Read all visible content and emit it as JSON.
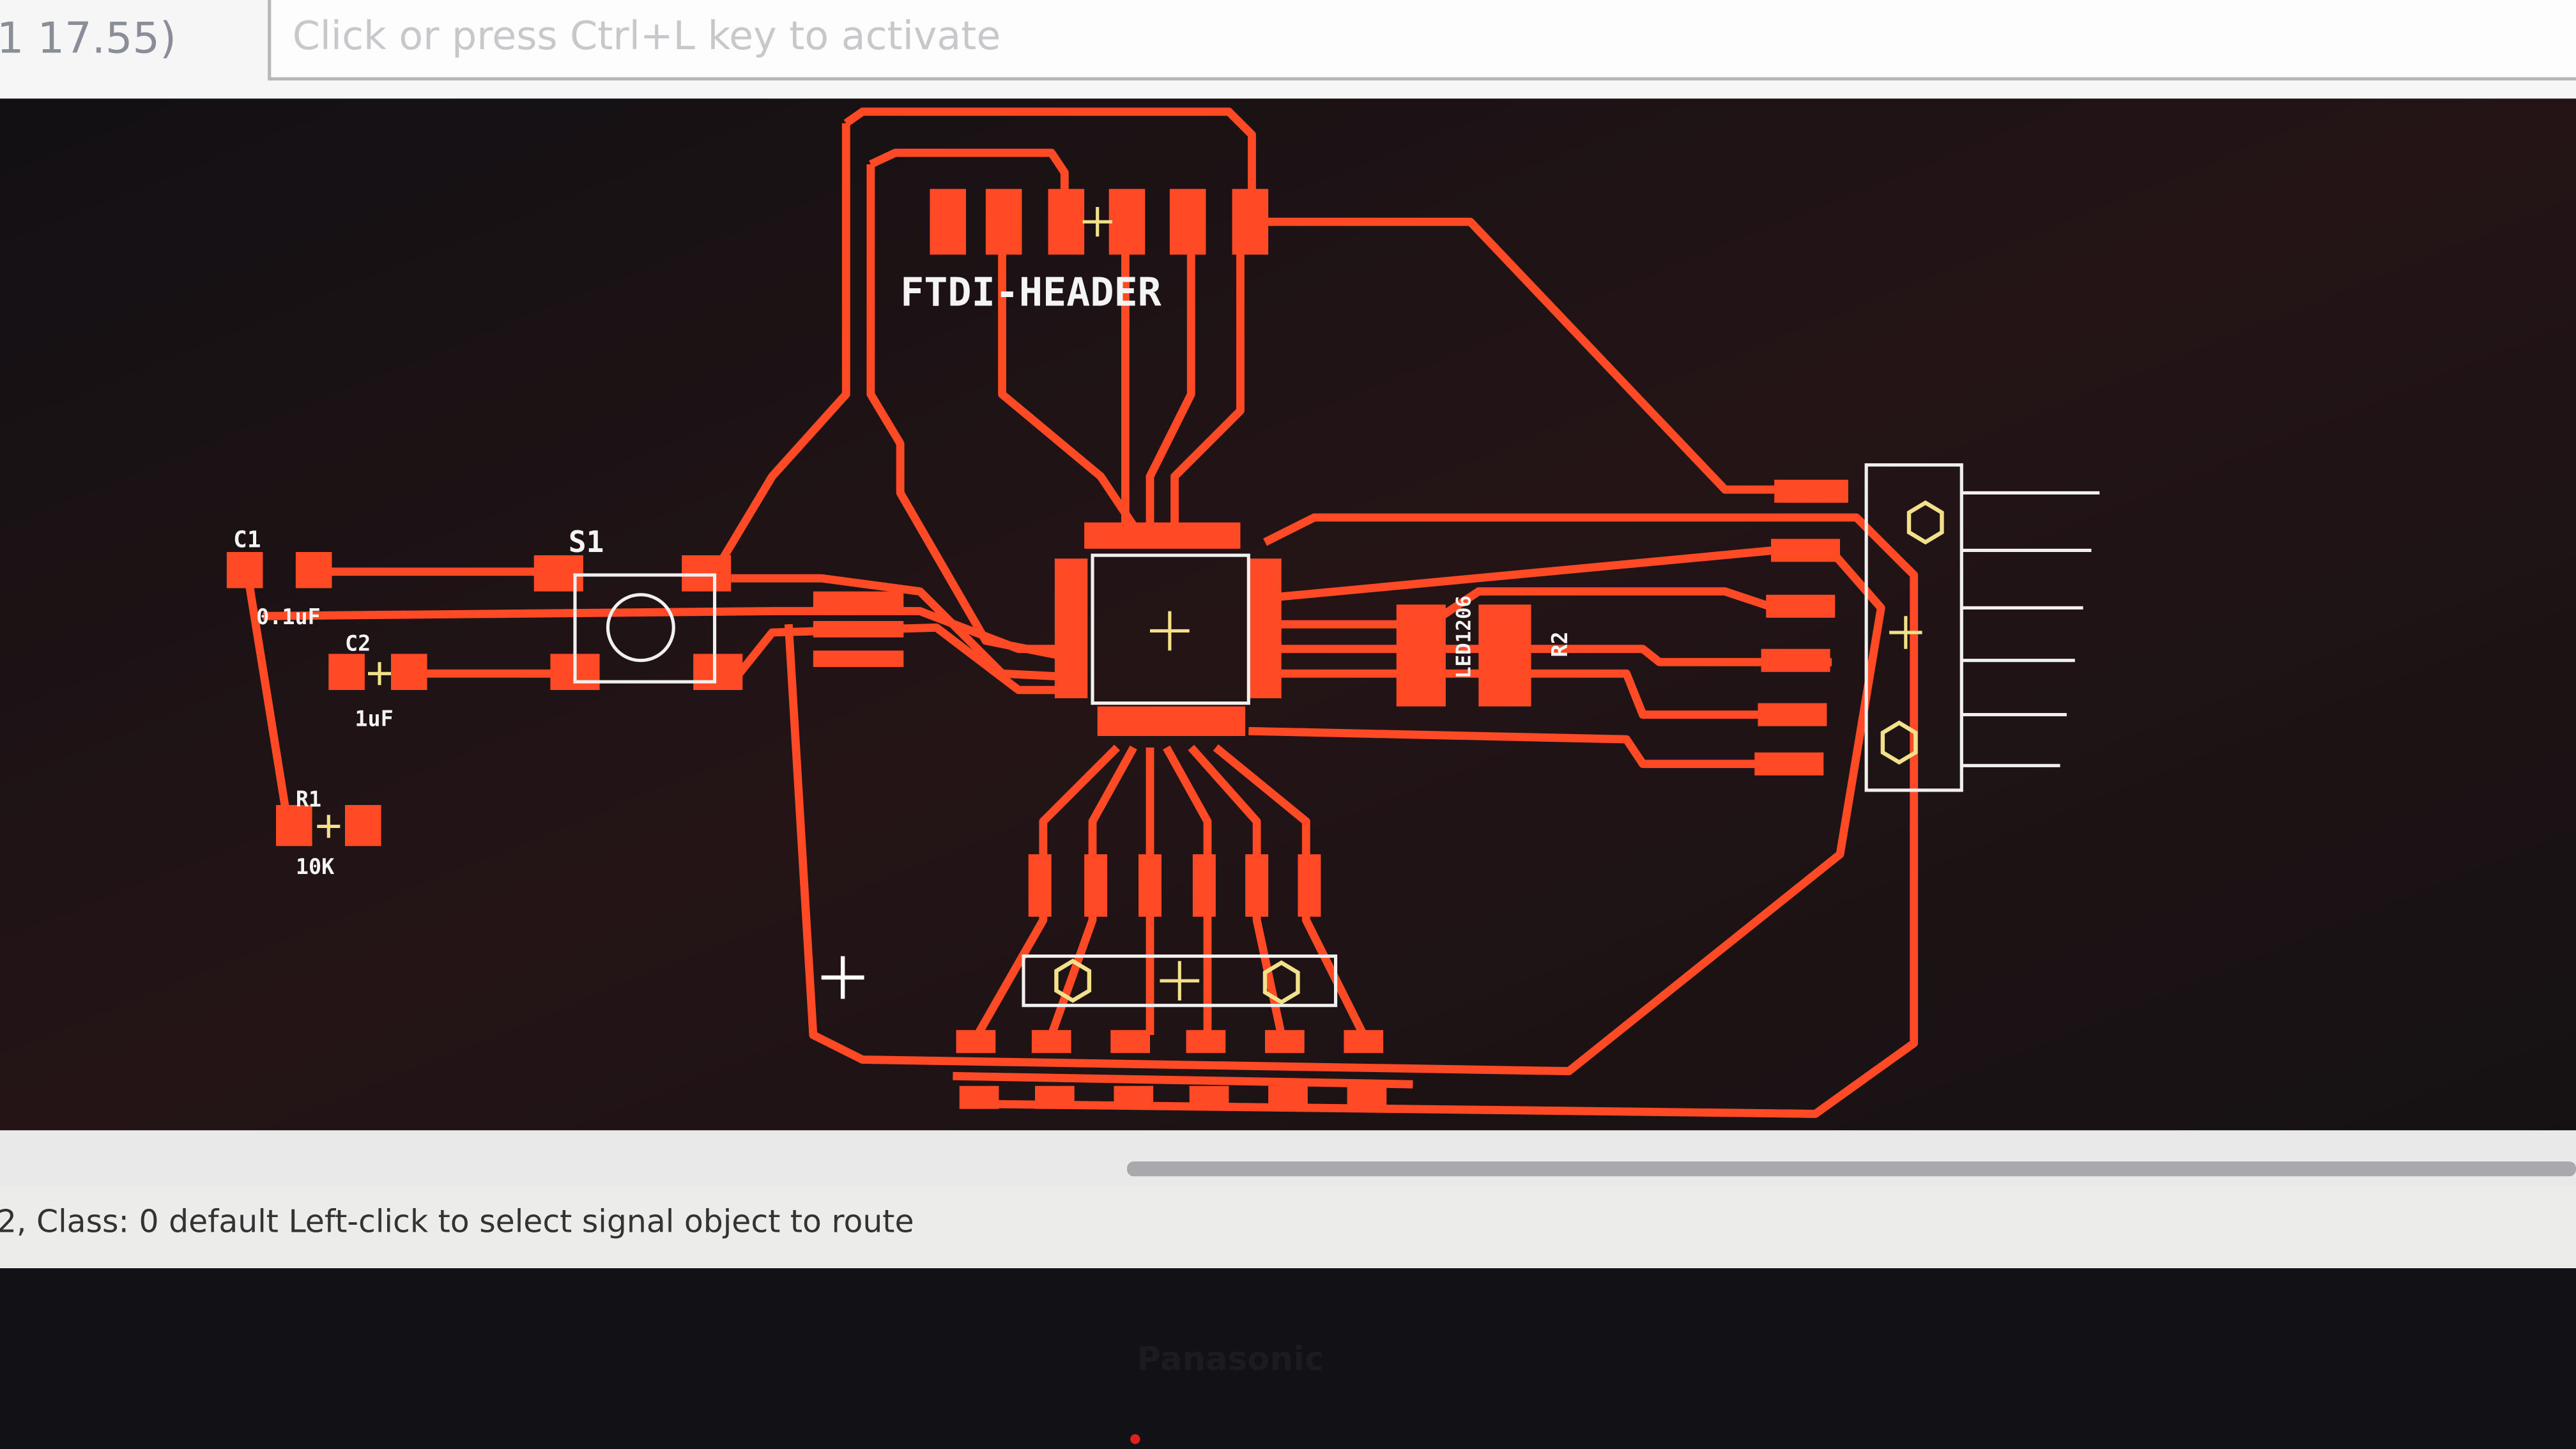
{
  "toolbar": {
    "coordinate_readout": "1 17.55)",
    "command_input_placeholder": "Click or press Ctrl+L key to activate"
  },
  "status_bar": {
    "message": "2, Class: 0 default Left-click to select signal object to route"
  },
  "monitor": {
    "brand": "Panasonic"
  },
  "board": {
    "labels": {
      "ftdi_header": "FTDI-HEADER",
      "c1": "C1",
      "c1_value": "0.1uF",
      "s1": "S1",
      "c2": "C2",
      "c2_value": "1uF",
      "r1": "R1",
      "r1_value": "10K",
      "r2": "R2",
      "led": "LED1206"
    }
  },
  "colors": {
    "trace": "#ff4a25",
    "canvas": "#0e0c0e",
    "silkscreen": "#f0f0f0",
    "origin": "#f2e08a"
  }
}
